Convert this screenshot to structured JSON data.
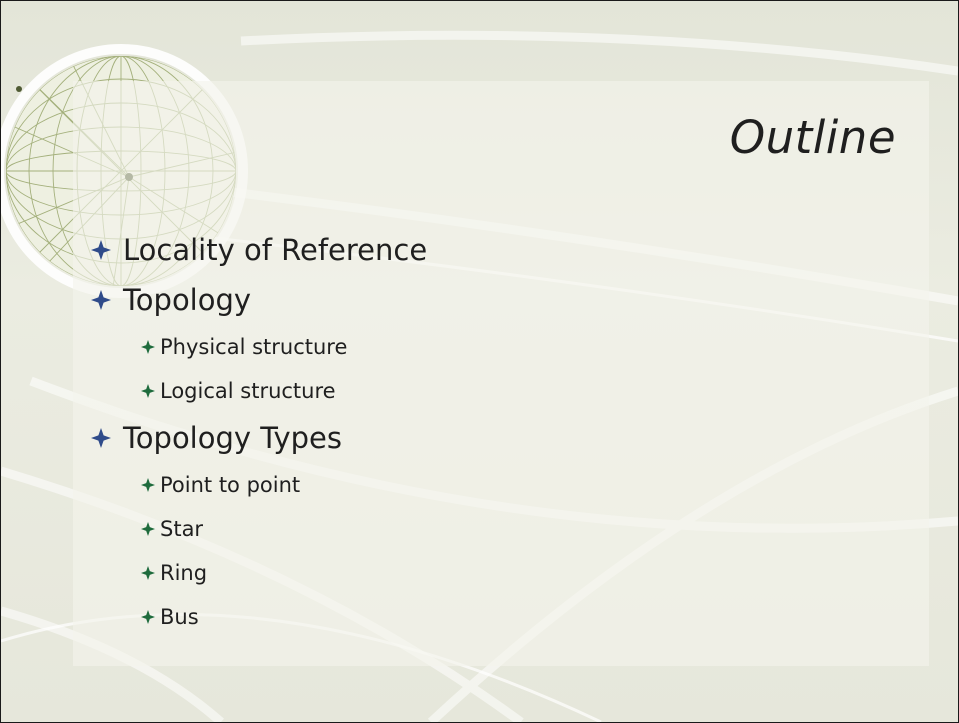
{
  "slide": {
    "title": "Outline",
    "items": [
      {
        "text": "Locality of Reference"
      },
      {
        "text": "Topology",
        "children": [
          {
            "text": "Physical structure"
          },
          {
            "text": "Logical structure"
          }
        ]
      },
      {
        "text": "Topology Types",
        "children": [
          {
            "text": "Point to point"
          },
          {
            "text": "Star"
          },
          {
            "text": "Ring"
          },
          {
            "text": "Bus"
          }
        ]
      }
    ]
  },
  "colors": {
    "background": "#e8e9de",
    "panel": "#f4f4ec",
    "text": "#1f1f1f",
    "bullet_level1": "#2f4b8a",
    "bullet_level2": "#1e6b3c"
  },
  "icons": {
    "bullet_level1": "four-point-star-icon",
    "bullet_level2": "four-point-star-icon",
    "decoration": "wireframe-globe"
  }
}
